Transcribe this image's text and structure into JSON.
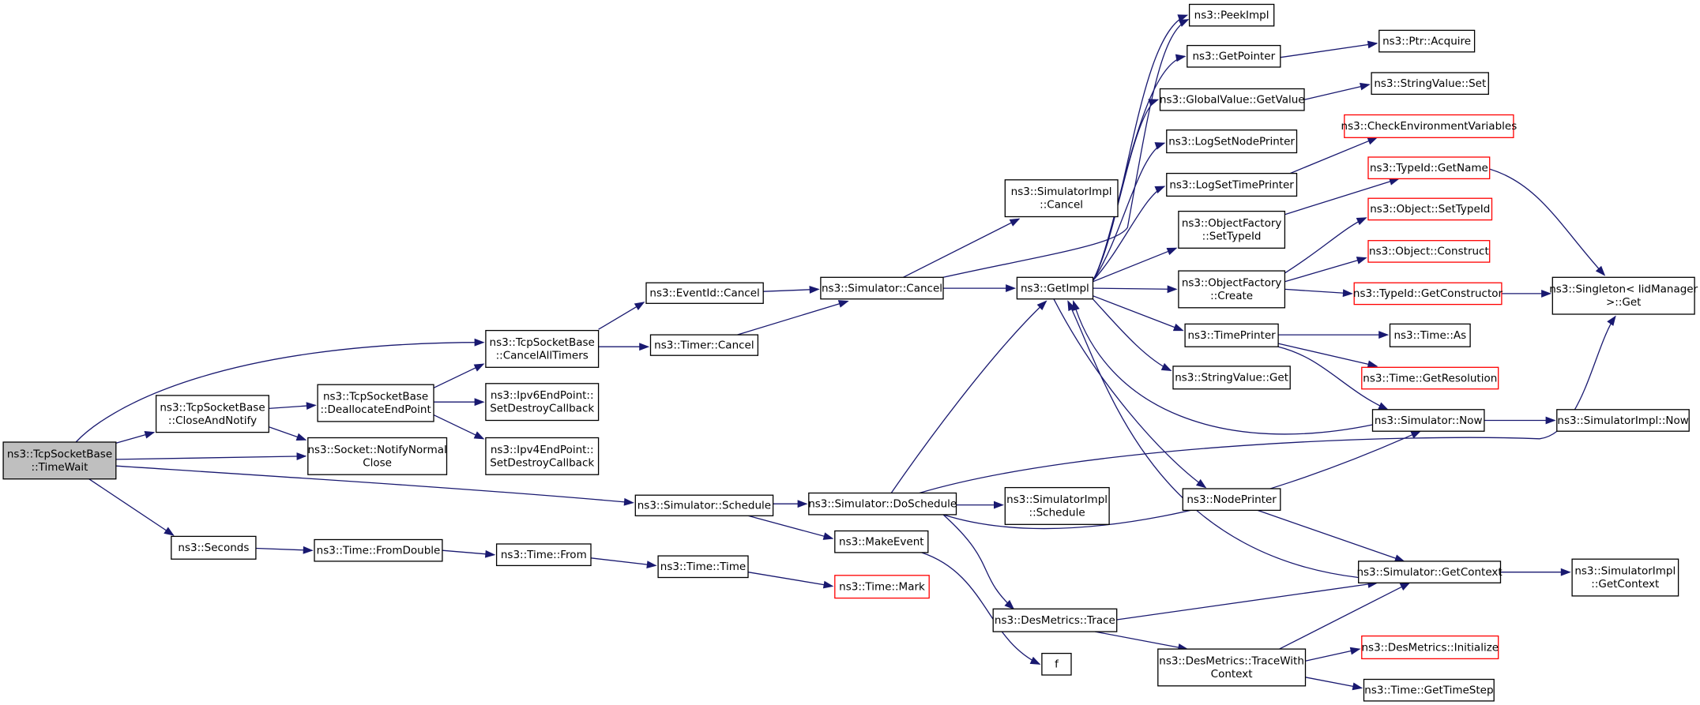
{
  "diagram": {
    "colors": {
      "edge": "#191970",
      "focus_fill": "#bfbfbf",
      "missing_border": "#ff0000",
      "node_border": "#000000",
      "background": "#ffffff"
    },
    "nodes": [
      {
        "id": "timewait",
        "lines": [
          "ns3::TcpSocketBase",
          "::TimeWait"
        ],
        "style": "focus"
      },
      {
        "id": "closeandnotify",
        "lines": [
          "ns3::TcpSocketBase",
          "::CloseAndNotify"
        ]
      },
      {
        "id": "seconds",
        "lines": [
          "ns3::Seconds"
        ]
      },
      {
        "id": "cancelalltimers",
        "lines": [
          "ns3::TcpSocketBase",
          "::CancelAllTimers"
        ]
      },
      {
        "id": "deallocate",
        "lines": [
          "ns3::TcpSocketBase",
          "::DeallocateEndPoint"
        ]
      },
      {
        "id": "notifynormalclose",
        "lines": [
          "ns3::Socket::NotifyNormal",
          "Close"
        ]
      },
      {
        "id": "schedule",
        "lines": [
          "ns3::Simulator::Schedule"
        ]
      },
      {
        "id": "fromdouble",
        "lines": [
          "ns3::Time::FromDouble"
        ]
      },
      {
        "id": "eventidcancel",
        "lines": [
          "ns3::EventId::Cancel"
        ]
      },
      {
        "id": "timercancel",
        "lines": [
          "ns3::Timer::Cancel"
        ]
      },
      {
        "id": "ipv6endpoint",
        "lines": [
          "ns3::Ipv6EndPoint::",
          "SetDestroyCallback"
        ]
      },
      {
        "id": "ipv4endpoint",
        "lines": [
          "ns3::Ipv4EndPoint::",
          "SetDestroyCallback"
        ]
      },
      {
        "id": "doschedule",
        "lines": [
          "ns3::Simulator::DoSchedule"
        ]
      },
      {
        "id": "timefrom",
        "lines": [
          "ns3::Time::From"
        ]
      },
      {
        "id": "simcancel",
        "lines": [
          "ns3::Simulator::Cancel"
        ]
      },
      {
        "id": "makeevent",
        "lines": [
          "ns3::MakeEvent"
        ]
      },
      {
        "id": "timetime",
        "lines": [
          "ns3::Time::Time"
        ]
      },
      {
        "id": "timemark",
        "lines": [
          "ns3::Time::Mark"
        ],
        "style": "missing"
      },
      {
        "id": "simimplcancel",
        "lines": [
          "ns3::SimulatorImpl",
          "::Cancel"
        ]
      },
      {
        "id": "getimpl",
        "lines": [
          "ns3::GetImpl"
        ]
      },
      {
        "id": "simimplschedule",
        "lines": [
          "ns3::SimulatorImpl",
          "::Schedule"
        ]
      },
      {
        "id": "destrace",
        "lines": [
          "ns3::DesMetrics::Trace"
        ]
      },
      {
        "id": "f",
        "lines": [
          "f"
        ]
      },
      {
        "id": "peekimpl",
        "lines": [
          "ns3::PeekImpl"
        ]
      },
      {
        "id": "getpointer",
        "lines": [
          "ns3::GetPointer"
        ]
      },
      {
        "id": "globalgetvalue",
        "lines": [
          "ns3::GlobalValue::GetValue"
        ]
      },
      {
        "id": "lognodeprinter",
        "lines": [
          "ns3::LogSetNodePrinter"
        ]
      },
      {
        "id": "logtimeprinter",
        "lines": [
          "ns3::LogSetTimePrinter"
        ]
      },
      {
        "id": "ofsettypeid",
        "lines": [
          "ns3::ObjectFactory",
          "::SetTypeId"
        ]
      },
      {
        "id": "ofcreate",
        "lines": [
          "ns3::ObjectFactory",
          "::Create"
        ]
      },
      {
        "id": "timeprinter",
        "lines": [
          "ns3::TimePrinter"
        ]
      },
      {
        "id": "stringget",
        "lines": [
          "ns3::StringValue::Get"
        ]
      },
      {
        "id": "nodeprinter",
        "lines": [
          "ns3::NodePrinter"
        ]
      },
      {
        "id": "tracewithcontext",
        "lines": [
          "ns3::DesMetrics::TraceWith",
          "Context"
        ]
      },
      {
        "id": "ptracquire",
        "lines": [
          "ns3::Ptr::Acquire"
        ]
      },
      {
        "id": "stringset",
        "lines": [
          "ns3::StringValue::Set"
        ]
      },
      {
        "id": "checkenv",
        "lines": [
          "ns3::CheckEnvironmentVariables"
        ],
        "style": "missing"
      },
      {
        "id": "typeidgetname",
        "lines": [
          "ns3::TypeId::GetName"
        ],
        "style": "missing"
      },
      {
        "id": "objsettypeid",
        "lines": [
          "ns3::Object::SetTypeId"
        ],
        "style": "missing"
      },
      {
        "id": "objconstruct",
        "lines": [
          "ns3::Object::Construct"
        ],
        "style": "missing"
      },
      {
        "id": "typeidgetctor",
        "lines": [
          "ns3::TypeId::GetConstructor"
        ],
        "style": "missing"
      },
      {
        "id": "timeas",
        "lines": [
          "ns3::Time::As"
        ]
      },
      {
        "id": "timegetres",
        "lines": [
          "ns3::Time::GetResolution"
        ],
        "style": "missing"
      },
      {
        "id": "simnow",
        "lines": [
          "ns3::Simulator::Now"
        ]
      },
      {
        "id": "simgetcontext",
        "lines": [
          "ns3::Simulator::GetContext"
        ]
      },
      {
        "id": "desinit",
        "lines": [
          "ns3::DesMetrics::Initialize"
        ],
        "style": "missing"
      },
      {
        "id": "gettimestep",
        "lines": [
          "ns3::Time::GetTimeStep"
        ]
      },
      {
        "id": "singletonget",
        "lines": [
          "ns3::Singleton< IidManager",
          " >::Get"
        ]
      },
      {
        "id": "simimplnow",
        "lines": [
          "ns3::SimulatorImpl::Now"
        ]
      },
      {
        "id": "simimplgetcontext",
        "lines": [
          "ns3::SimulatorImpl",
          "::GetContext"
        ]
      }
    ]
  }
}
